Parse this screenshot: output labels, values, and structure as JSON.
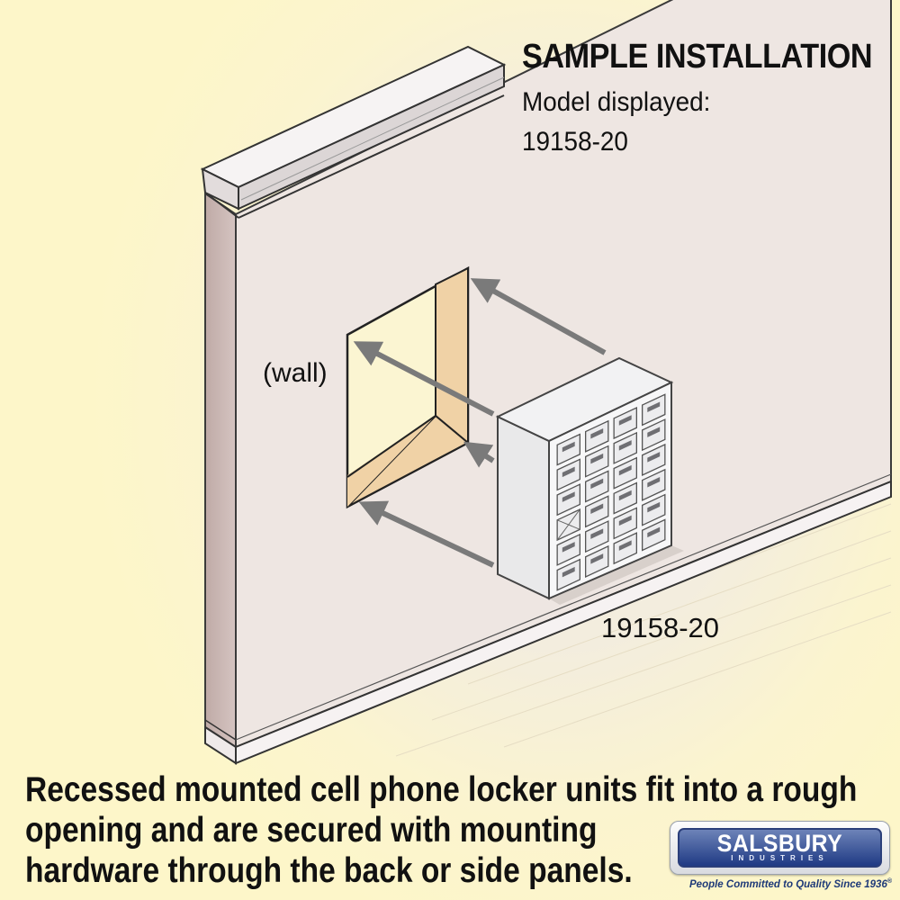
{
  "header": {
    "title": "SAMPLE INSTALLATION",
    "model_line1": "Model displayed:",
    "model_line2": "19158-20"
  },
  "illustration": {
    "wall_label": "(wall)",
    "unit_label": "19158-20",
    "locker_grid": {
      "columns": 4,
      "rows": 6,
      "total_doors": 23
    }
  },
  "caption": {
    "line1": "Recessed mounted cell phone locker units fit into a rough",
    "line2": "opening and are secured with mounting",
    "line3": "hardware through the back or side panels."
  },
  "brand": {
    "name": "SALSBURY",
    "sub": "INDUSTRIES",
    "tagline": "People Committed to Quality Since 1936",
    "registered_mark": "®"
  },
  "colors": {
    "background": "#fdf6c9",
    "wall": "#eee5e1",
    "opening_inner": "#f0d2a6",
    "arrow": "#7a7a7a",
    "brand_blue": "#1f3a84"
  }
}
